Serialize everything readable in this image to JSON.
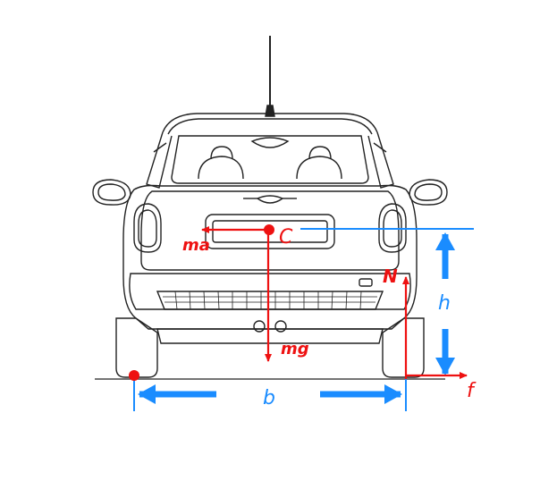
{
  "labels": {
    "center": "C",
    "inertial_force": "ma",
    "weight": "mg",
    "normal_force": "N",
    "friction_force": "f",
    "cg_height": "h",
    "track_width": "b"
  },
  "colors": {
    "force": "#ee1111",
    "dimension": "#1a8cff",
    "outline": "#222222",
    "background": "#ffffff"
  }
}
